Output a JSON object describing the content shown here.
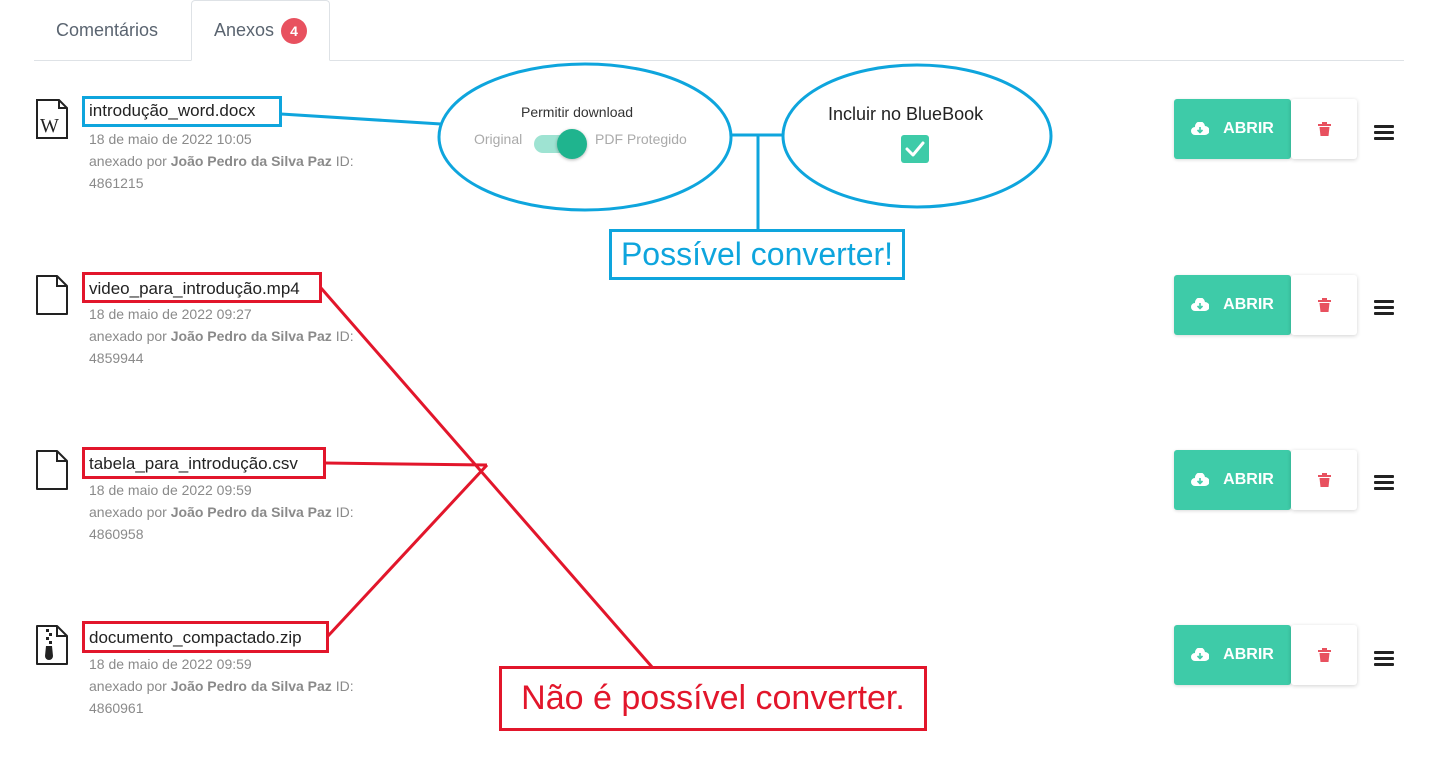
{
  "tabs": {
    "comments_label": "Comentários",
    "attachments_label": "Anexos",
    "attachments_count": "4"
  },
  "permission": {
    "label": "Permitir download",
    "option_left": "Original",
    "option_right": "PDF Protegido"
  },
  "bluebook": {
    "label": "Incluir no BlueBook",
    "checked": true
  },
  "attachments": [
    {
      "filename": "introdução_word.docx",
      "date": "18 de maio de 2022 10:05",
      "by_prefix": "anexado por",
      "author": "João Pedro da Silva Paz",
      "id_label": "ID:",
      "id": "4861215",
      "icon": "word-file-icon"
    },
    {
      "filename": "video_para_introdução.mp4",
      "date": "18 de maio de 2022 09:27",
      "by_prefix": "anexado por",
      "author": "João Pedro da Silva Paz",
      "id_label": "ID:",
      "id": "4859944",
      "icon": "file-icon"
    },
    {
      "filename": "tabela_para_introdução.csv",
      "date": "18 de maio de 2022 09:59",
      "by_prefix": "anexado por",
      "author": "João Pedro da Silva Paz",
      "id_label": "ID:",
      "id": "4860958",
      "icon": "file-icon"
    },
    {
      "filename": "documento_compactado.zip",
      "date": "18 de maio de 2022 09:59",
      "by_prefix": "anexado por",
      "author": "João Pedro da Silva Paz",
      "id_label": "ID:",
      "id": "4860961",
      "icon": "zip-file-icon"
    }
  ],
  "buttons": {
    "open_label": "ABRIR"
  },
  "annotations": {
    "convertible": "Possível converter!",
    "not_convertible": "Não é possível converter."
  },
  "colors": {
    "accent": "#3ecba8",
    "badge": "#e8515f",
    "annotation_blue": "#0ea5dd",
    "annotation_red": "#e2162b"
  }
}
